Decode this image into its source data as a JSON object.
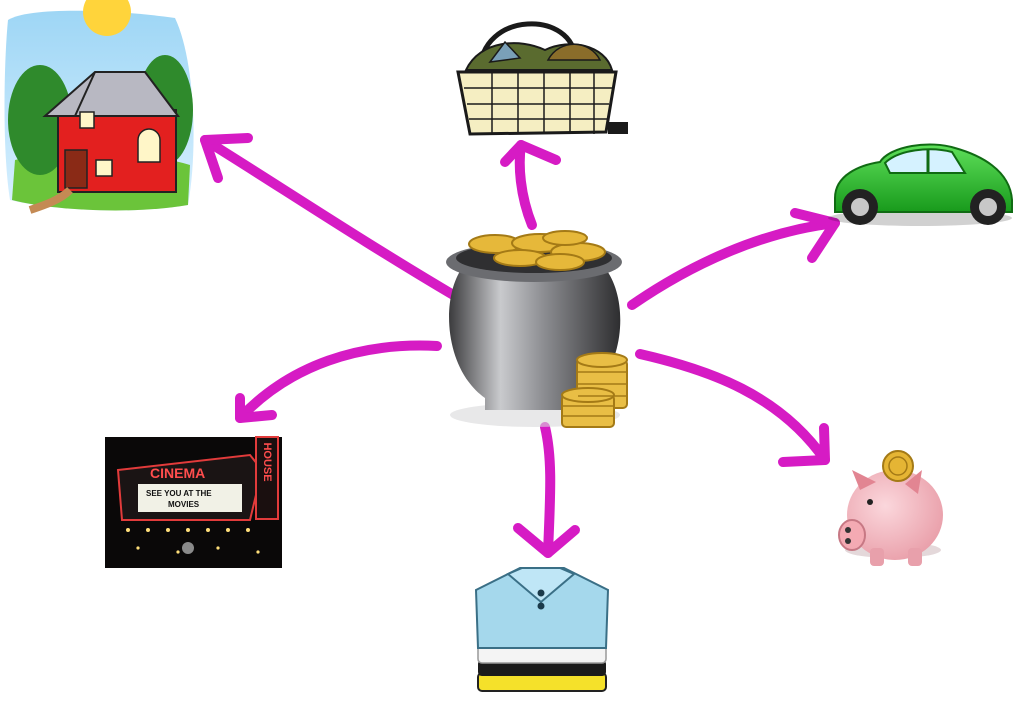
{
  "diagram": {
    "center": {
      "icon": "pot-of-gold-icon"
    },
    "arrow_color": "#d61bc4",
    "nodes": [
      {
        "id": "house",
        "icon": "house-icon"
      },
      {
        "id": "groceries",
        "icon": "grocery-basket-icon"
      },
      {
        "id": "car",
        "icon": "car-icon"
      },
      {
        "id": "savings",
        "icon": "piggy-bank-icon"
      },
      {
        "id": "clothes",
        "icon": "folded-clothes-icon"
      },
      {
        "id": "entertainment",
        "icon": "cinema-icon"
      }
    ],
    "cinema_sign": {
      "marquee": "CINEMA",
      "board_line1": "SEE YOU AT THE",
      "board_line2": "MOVIES",
      "vertical": "HOUSE"
    }
  }
}
